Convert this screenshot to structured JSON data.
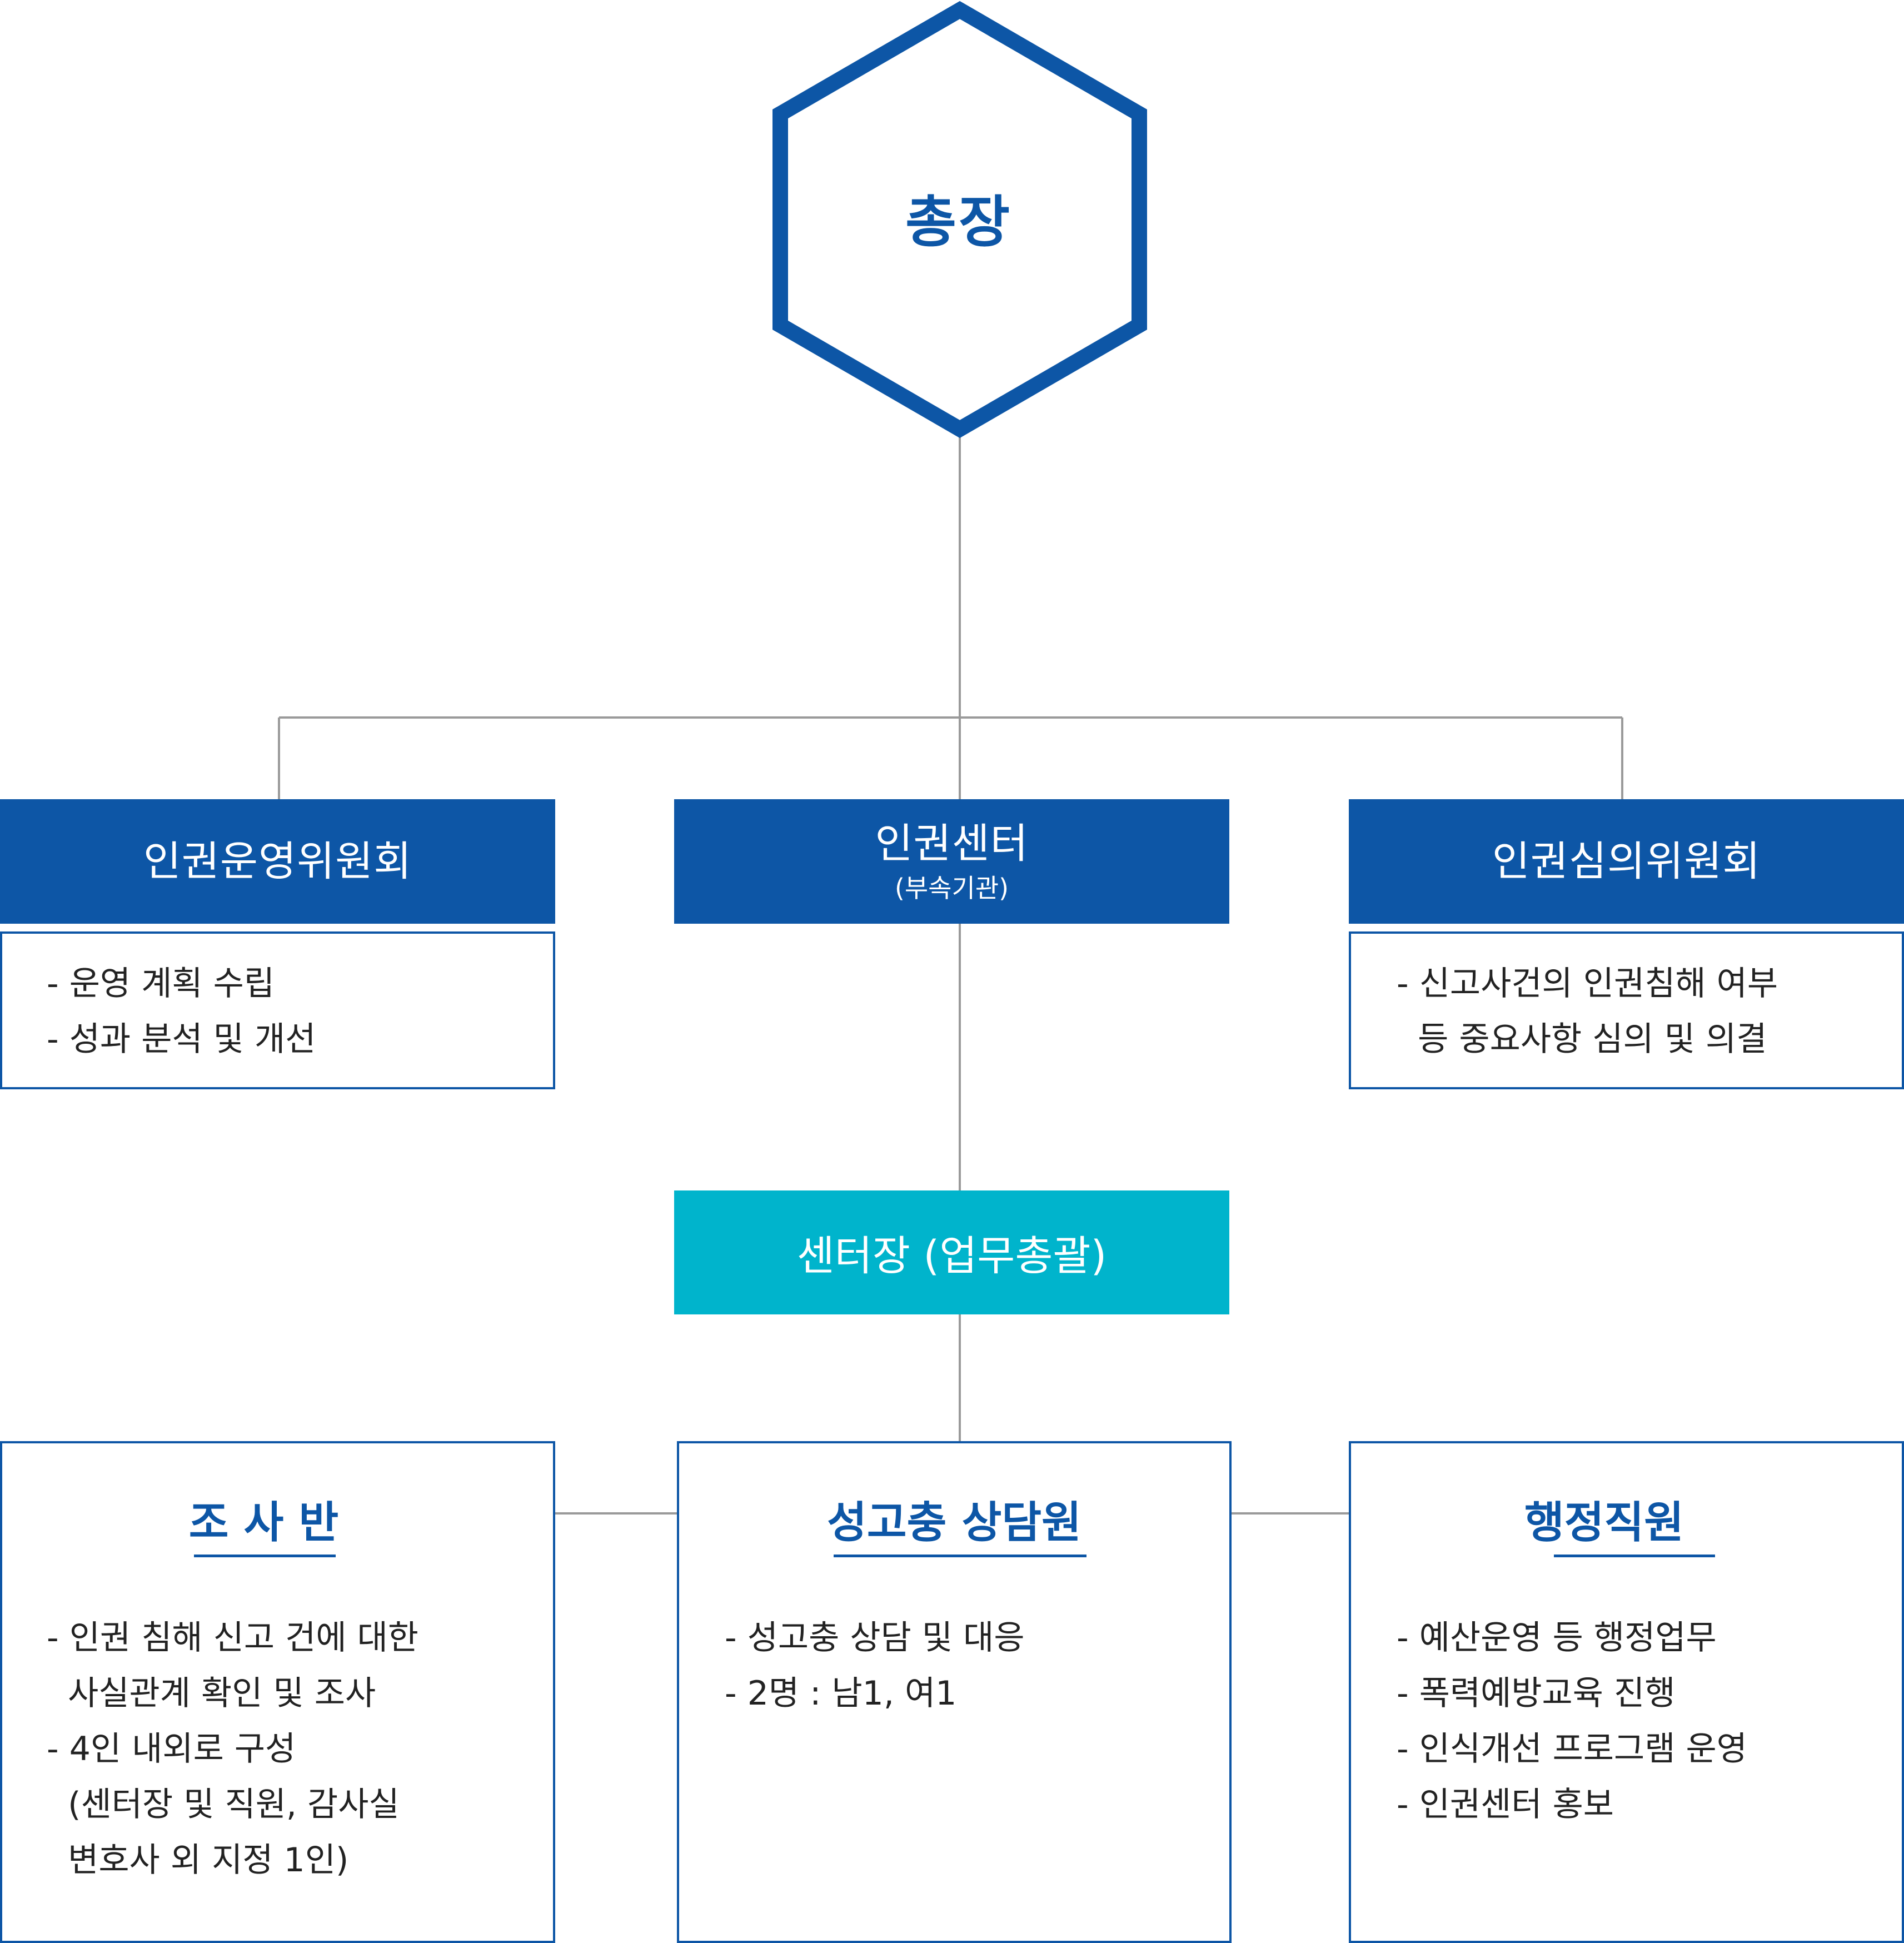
{
  "colors": {
    "primary": "#0d56a6",
    "accent": "#00b4cc",
    "line": "#9a9a9a",
    "text": "#222222"
  },
  "root": {
    "title": "총장"
  },
  "committees": {
    "left": {
      "title": "인권운영위원회",
      "items": [
        "- 운영 계획 수립",
        "- 성과 분석 및 개선"
      ]
    },
    "middle": {
      "title": "인권센터",
      "subtitle": "(부속기관)"
    },
    "right": {
      "title": "인권심의위원회",
      "items": [
        "- 신고사건의 인권침해 여부",
        "  등 중요사항 심의 및 의결"
      ]
    }
  },
  "center_head": {
    "title": "센터장 (업무총괄)"
  },
  "teams": {
    "investigation": {
      "title": "조 사 반",
      "items": [
        "- 인권 침해 신고 건에 대한",
        "  사실관계 확인 및 조사",
        "- 4인 내외로 구성",
        "  (센터장 및 직원, 감사실",
        "  변호사 외 지정 1인)"
      ]
    },
    "counselor": {
      "title": "성고충 상담원",
      "items": [
        "- 성고충 상담 및 대응",
        "- 2명 : 남1, 여1"
      ]
    },
    "admin": {
      "title": "행정직원",
      "items": [
        "- 예산운영 등 행정업무",
        "- 폭력예방교육 진행",
        "- 인식개선 프로그램 운영",
        "- 인권센터 홍보"
      ]
    }
  }
}
